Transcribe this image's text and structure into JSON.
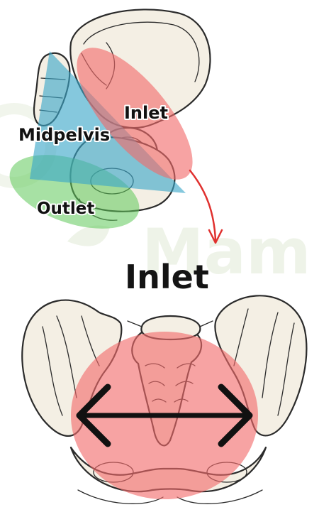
{
  "labels": {
    "inlet_small": "Inlet",
    "midpelvis": "Midpelvis",
    "outlet": "Outlet",
    "inlet_heading": "Inlet"
  },
  "watermark": "Mam",
  "colors": {
    "inlet_plane": "#f26b6b",
    "midpelvis_plane": "#3aa6c8",
    "outlet_plane": "#5ec85a",
    "pointer_arrow": "#e0302e",
    "bone_fill": "#f4efe4",
    "width_arrow": "#111111"
  }
}
